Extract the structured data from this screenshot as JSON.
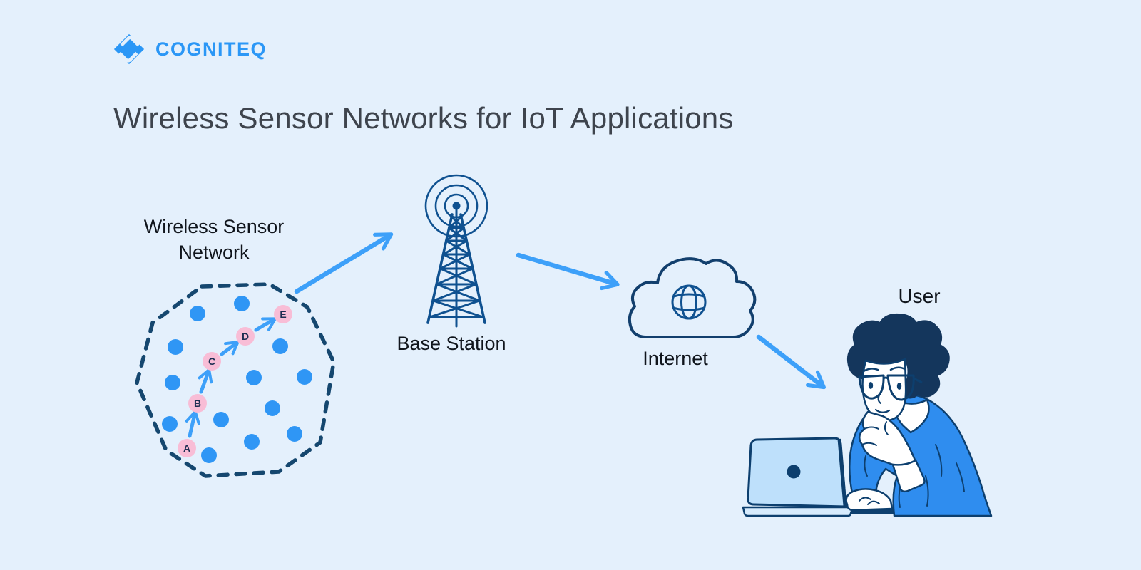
{
  "brand": {
    "name": "COGNITEQ"
  },
  "title": "Wireless Sensor Networks for IoT Applications",
  "diagram": {
    "wsn": {
      "label": "Wireless Sensor Network",
      "label_line1": "Wireless Sensor",
      "label_line2": "Network",
      "sensor_count": 13,
      "route_nodes": [
        {
          "label": "A"
        },
        {
          "label": "B"
        },
        {
          "label": "C"
        },
        {
          "label": "D"
        },
        {
          "label": "E"
        }
      ],
      "route_order": [
        "A",
        "B",
        "C",
        "D",
        "E"
      ]
    },
    "base_station": {
      "label": "Base Station"
    },
    "internet": {
      "label": "Internet"
    },
    "user": {
      "label": "User"
    },
    "flow": [
      "Wireless Sensor Network",
      "Base Station",
      "Internet",
      "User"
    ]
  },
  "icons": {
    "logo": "diamond-link-icon",
    "base_station": "radio-tower-icon",
    "internet": "cloud-icon",
    "internet_inner": "globe-icon",
    "user": "person-at-laptop-illustration"
  },
  "colors": {
    "background": "#e4f0fc",
    "accent_blue": "#2f96f5",
    "arrow_blue": "#3da0f9",
    "dark_navy": "#123f6d",
    "octagon_navy": "#15476f",
    "tower_blue": "#0f5190",
    "hair_navy": "#14365c",
    "node_pink": "#f8bdd6",
    "sweater_blue": "#2f8def",
    "laptop_lid": "#bee0fb",
    "title_text": "#3e444d",
    "label_text": "#10151c",
    "logo_blue": "#2b97f6"
  }
}
